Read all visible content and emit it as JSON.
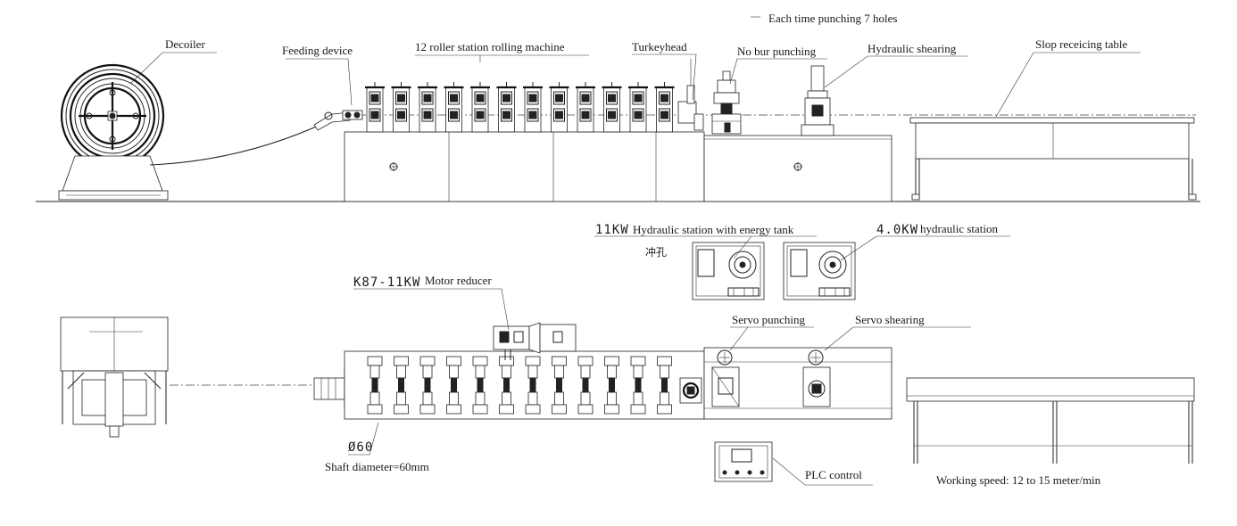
{
  "labels": {
    "decoiler": "Decoiler",
    "feeding_device": "Feeding device",
    "roller_station": "12 roller station rolling machine",
    "turkey_head": "Turkeyhead",
    "no_bur_punching": "No bur punching",
    "hydraulic_shearing": "Hydraulic shearing",
    "slop_table": "Slop receicing table",
    "each_time_punching": "Each time punching 7 holes",
    "hyd_station_11_code": "11KW",
    "hyd_station_11_text": "Hydraulic station with energy tank",
    "punch_cn": "冲孔",
    "hyd_station_4_code": "4.0KW",
    "hyd_station_4_text": "hydraulic station",
    "motor_code": "K87-11KW",
    "motor_text": "Motor reducer",
    "servo_punching": "Servo punching",
    "servo_shearing": "Servo shearing",
    "shaft_dim": "Ø60",
    "shaft_diameter": "Shaft diameter=60mm",
    "plc_control": "PLC control",
    "working_speed": "Working speed: 12 to 15 meter/min"
  },
  "roller_stations_count": 12
}
